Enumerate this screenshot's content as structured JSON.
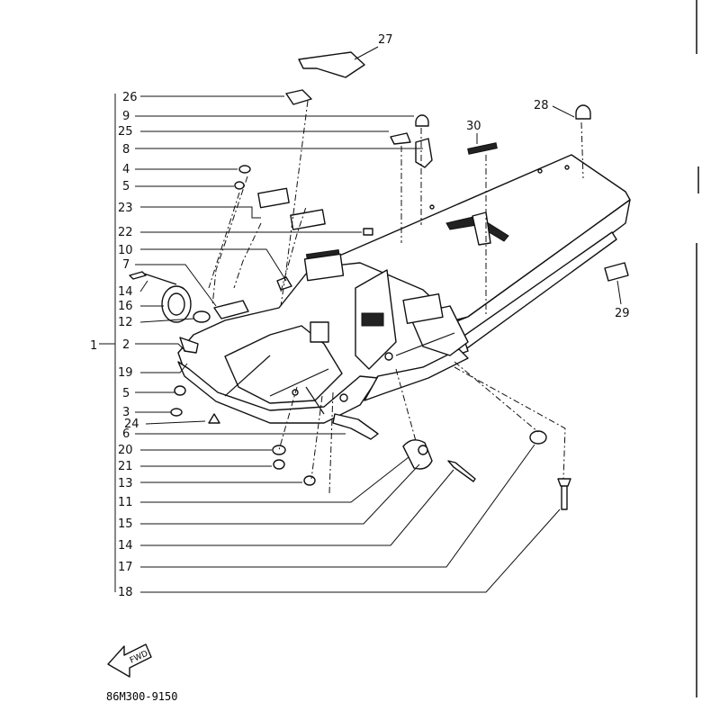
{
  "diagram": {
    "code": "86M300-9150",
    "fwd_label": "FWD",
    "callouts": [
      {
        "id": "26",
        "label": "26"
      },
      {
        "id": "9",
        "label": "9"
      },
      {
        "id": "25",
        "label": "25"
      },
      {
        "id": "8",
        "label": "8"
      },
      {
        "id": "4",
        "label": "4"
      },
      {
        "id": "5a",
        "label": "5"
      },
      {
        "id": "23",
        "label": "23"
      },
      {
        "id": "22",
        "label": "22"
      },
      {
        "id": "10",
        "label": "10"
      },
      {
        "id": "7",
        "label": "7"
      },
      {
        "id": "14a",
        "label": "14"
      },
      {
        "id": "16",
        "label": "16"
      },
      {
        "id": "12",
        "label": "12"
      },
      {
        "id": "1",
        "label": "1"
      },
      {
        "id": "2",
        "label": "2"
      },
      {
        "id": "19",
        "label": "19"
      },
      {
        "id": "5b",
        "label": "5"
      },
      {
        "id": "3",
        "label": "3"
      },
      {
        "id": "24",
        "label": "24"
      },
      {
        "id": "6",
        "label": "6"
      },
      {
        "id": "20",
        "label": "20"
      },
      {
        "id": "21",
        "label": "21"
      },
      {
        "id": "13",
        "label": "13"
      },
      {
        "id": "11",
        "label": "11"
      },
      {
        "id": "15",
        "label": "15"
      },
      {
        "id": "14b",
        "label": "14"
      },
      {
        "id": "17",
        "label": "17"
      },
      {
        "id": "18",
        "label": "18"
      },
      {
        "id": "27",
        "label": "27"
      },
      {
        "id": "28",
        "label": "28"
      },
      {
        "id": "30",
        "label": "30"
      },
      {
        "id": "29",
        "label": "29"
      }
    ]
  }
}
